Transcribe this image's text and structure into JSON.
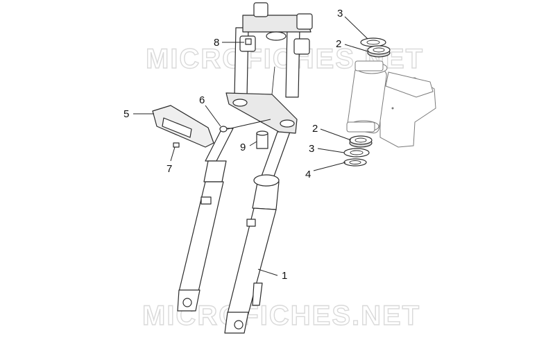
{
  "watermark": {
    "text": "MICROFICHES.NET"
  },
  "callouts": {
    "c1": "1",
    "c2_top": "2",
    "c2_bottom": "2",
    "c3_top": "3",
    "c3_bottom": "3",
    "c4": "4",
    "c5": "5",
    "c6": "6",
    "c7": "7",
    "c8": "8",
    "c9": "9"
  }
}
